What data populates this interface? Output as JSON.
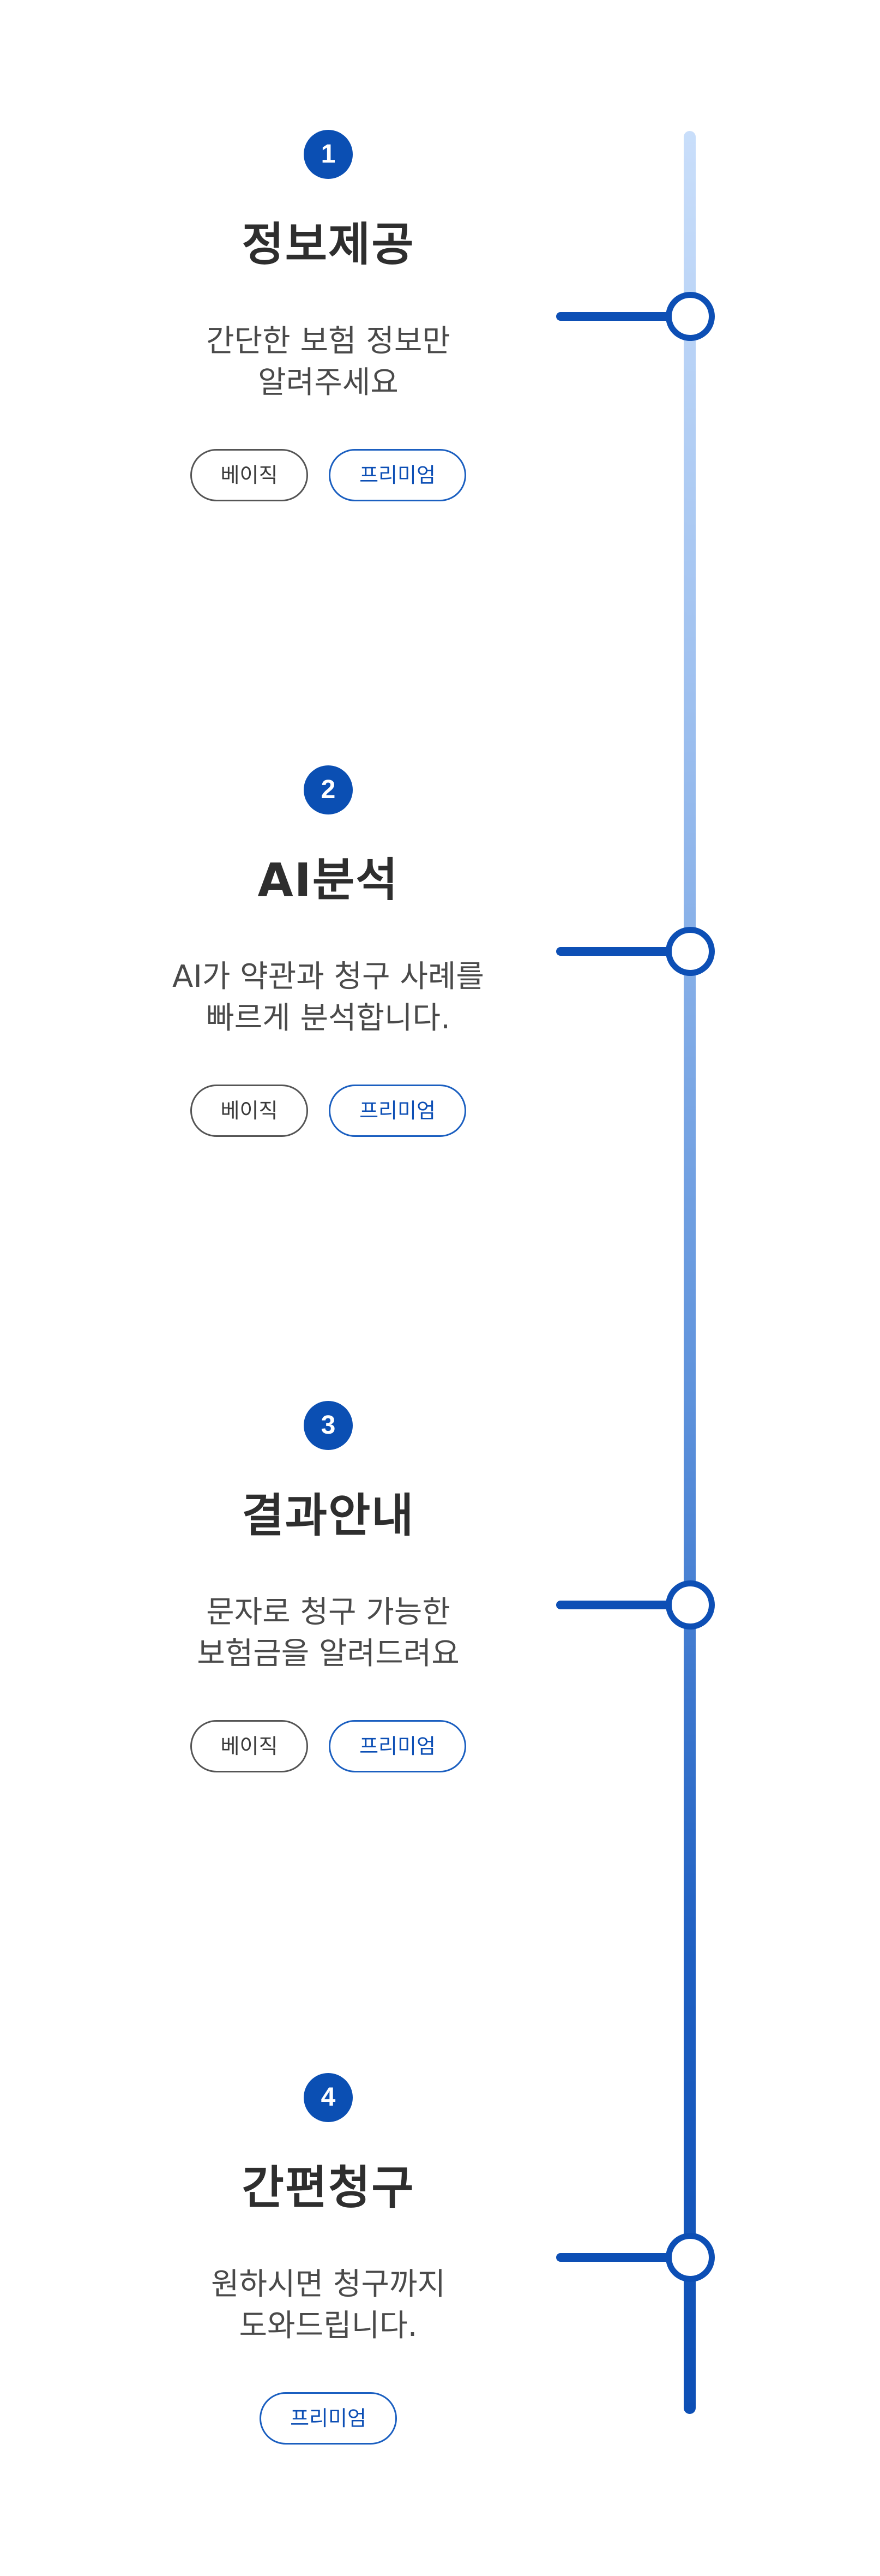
{
  "timeline": {
    "accent_color": "#0d4fb5",
    "line_gradient": [
      "#c9defa",
      "#0d4fb5"
    ]
  },
  "steps": [
    {
      "number": "1",
      "title": "정보제공",
      "desc_line1": "간단한 보험 정보만",
      "desc_line2": "알려주세요",
      "tag_basic": "베이직",
      "tag_premium": "프리미엄"
    },
    {
      "number": "2",
      "title": "AI분석",
      "desc_line1": "AI가 약관과 청구 사례를",
      "desc_line2": "빠르게 분석합니다.",
      "tag_basic": "베이직",
      "tag_premium": "프리미엄"
    },
    {
      "number": "3",
      "title": "결과안내",
      "desc_line1": "문자로 청구 가능한",
      "desc_line2": "보험금을 알려드려요",
      "tag_basic": "베이직",
      "tag_premium": "프리미엄"
    },
    {
      "number": "4",
      "title": "간편청구",
      "desc_line1": "원하시면 청구까지",
      "desc_line2": "도와드립니다.",
      "tag_premium": "프리미엄"
    }
  ]
}
